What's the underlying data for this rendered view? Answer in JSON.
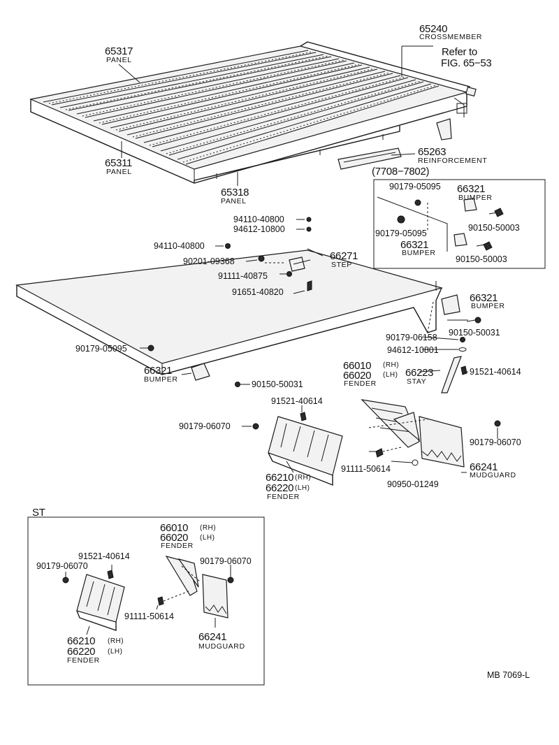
{
  "labels": {
    "p65317": {
      "num": "65317",
      "name": "PANEL"
    },
    "p65311": {
      "num": "65311",
      "name": "PANEL"
    },
    "p65318": {
      "num": "65318",
      "name": "PANEL"
    },
    "p65240": {
      "num": "65240",
      "name": "CROSSMEMBER"
    },
    "refer": {
      "line1": "Refer to",
      "line2": "FIG. 65−53"
    },
    "p65263": {
      "num": "65263",
      "name": "REINFORCEMENT"
    },
    "date_range": "(7708−7802)",
    "inset_a": {
      "p1": "90179-05095",
      "p2": "66321",
      "p2name": "BUMPER",
      "p3": "90179-05095",
      "p4": "90150-50003",
      "p5": "66321",
      "p5name": "BUMPER",
      "p6": "90150-50003"
    },
    "bolts": {
      "b1": "94110-40800",
      "b2": "94612-10800",
      "b3": "94110-40800",
      "b4": "90201-09368",
      "b5": "91111-40875",
      "b6": "91651-40820"
    },
    "step": {
      "num": "66271",
      "name": "STEP"
    },
    "bumper_r": {
      "num": "66321",
      "name": "BUMPER"
    },
    "right_parts": {
      "r1": "90179-06158",
      "r2": "90150-50031",
      "r3": "94612-10801"
    },
    "left_nut": "90179-05095",
    "bumper_l": {
      "num": "66321",
      "name": "BUMPER"
    },
    "bolt_mid": "90150-50031",
    "fender_r": {
      "num1": "66010",
      "side1": "(RH)",
      "num2": "66020",
      "side2": "(LH)",
      "name": "FENDER"
    },
    "stay": {
      "num": "66223",
      "name": "STAY"
    },
    "bolt_stay": "91521-40614",
    "bolt_f": "91521-40614",
    "nut_f": "90179-06070",
    "nut_mud": "90179-06070",
    "fender_l": {
      "num1": "66210",
      "side1": "(RH)",
      "num2": "66220",
      "side2": "(LH)",
      "name": "FENDER"
    },
    "screw_f": "91111-50614",
    "mudguard": {
      "num": "66241",
      "name": "MUDGUARD"
    },
    "washer": "90950-01249"
  },
  "st_box": {
    "title": "ST",
    "fender_r": {
      "num1": "66010",
      "side1": "(RH)",
      "num2": "66020",
      "side2": "(LH)",
      "name": "FENDER"
    },
    "bolt": "91521-40614",
    "nut_l": "90179-06070",
    "nut_r": "90179-06070",
    "screw": "91111-50614",
    "fender_l": {
      "num1": "66210",
      "side1": "(RH)",
      "num2": "66220",
      "side2": "(LH)",
      "name": "FENDER"
    },
    "mudguard": {
      "num": "66241",
      "name": "MUDGUARD"
    }
  },
  "figure_id": "MB 7069-L"
}
